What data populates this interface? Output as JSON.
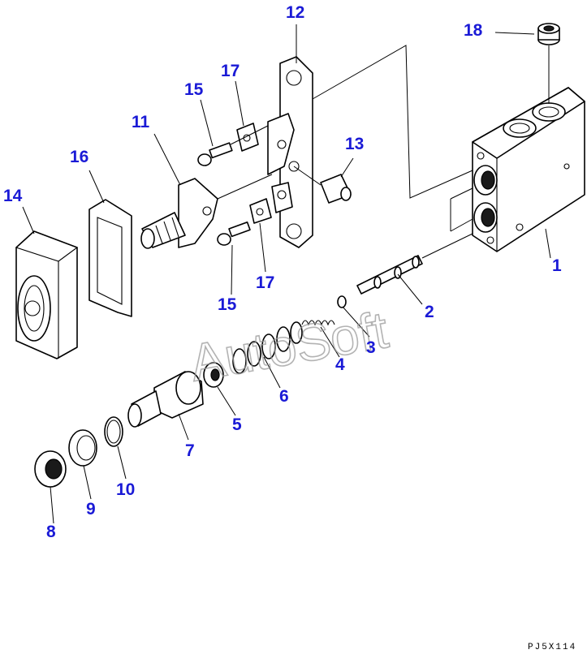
{
  "callouts": {
    "c1": "1",
    "c2": "2",
    "c3": "3",
    "c4": "4",
    "c5": "5",
    "c6": "6",
    "c7": "7",
    "c8": "8",
    "c9": "9",
    "c10": "10",
    "c11": "11",
    "c12": "12",
    "c13": "13",
    "c14": "14",
    "c15a": "15",
    "c15b": "15",
    "c16": "16",
    "c17a": "17",
    "c17b": "17",
    "c18": "18"
  },
  "watermark": "AutoSoft",
  "drawing_code": "PJ5X114",
  "colors": {
    "callout": "#1a1ad6",
    "line": "#000000",
    "watermark": "#9a9a9a"
  }
}
